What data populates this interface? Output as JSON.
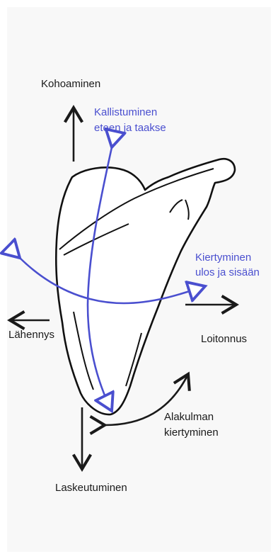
{
  "labels": {
    "elevation": "Kohoaminen",
    "tilt_line1": "Kallistuminen",
    "tilt_line2": "eteen ja taakse",
    "rotation_line1": "Kiertyminen",
    "rotation_line2": "ulos ja sisään",
    "adduction": "Lähennys",
    "abduction": "Loitonnus",
    "inferior_angle_line1": "Alakulman",
    "inferior_angle_line2": "kiertyminen",
    "depression": "Laskeutuminen"
  },
  "colors": {
    "motion_arrow": "#1a1a1a",
    "tilt_rotation_arrow": "#4a4fcf",
    "background": "#f8f8f8",
    "bone_outline": "#111111"
  }
}
